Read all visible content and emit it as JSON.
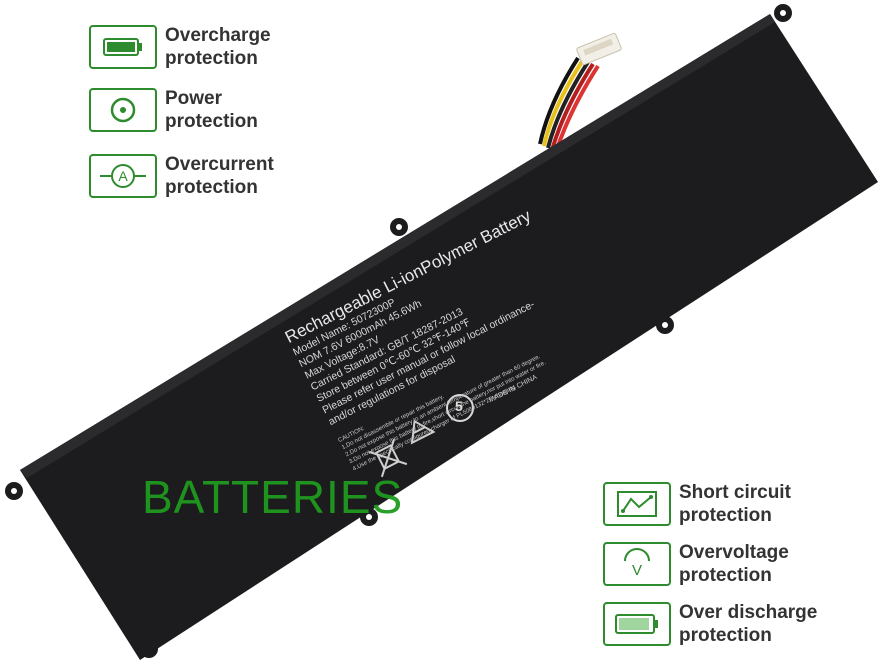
{
  "features_left": [
    {
      "name": "overcharge",
      "line1": "Overcharge",
      "line2": "protection",
      "icon": "battery-full-icon"
    },
    {
      "name": "power",
      "line1": "Power",
      "line2": "protection",
      "icon": "power-target-icon"
    },
    {
      "name": "overcurrent",
      "line1": "Overcurrent",
      "line2": "protection",
      "icon": "ammeter-icon"
    }
  ],
  "features_right": [
    {
      "name": "short-circuit",
      "line1": "Short circuit",
      "line2": "protection",
      "icon": "circuit-board-icon"
    },
    {
      "name": "overvoltage",
      "line1": "Overvoltage",
      "line2": "protection",
      "icon": "voltmeter-icon"
    },
    {
      "name": "over-discharge",
      "line1": "Over discharge",
      "line2": "protection",
      "icon": "battery-low-icon"
    }
  ],
  "battery_label": {
    "title": "Rechargeable Li-ionPolymer Battery",
    "lines": [
      "Model Name: 5072300P",
      "NOM 7.6V 6000mAh 45.6Wh",
      "Max Voltage:8.7V",
      "Carried Standard: GB/T 18287-2013",
      "Store between 0℃-60℃ 32℉-140℉",
      "Please refer user manual or follow local ordinance-",
      "and/or regulations for disposal"
    ],
    "caution": [
      "CAUTION:",
      "1.Do not disassemble or repair this battery.",
      "2.Do not expose this battery to an ambient temperature of greater than 60 degree.",
      "3.Do not expose this battery to fire,short circuit the battery,nor put into water or fire.",
      "4.Use the specifically configured charger of PL5080132*2P charging."
    ],
    "made_in": "MADE IN CHINA",
    "recycle_number": "5"
  },
  "watermark": "BATTERIES",
  "colors": {
    "green": "#2e8b2e",
    "battery_body": "#1c1c1e",
    "watermark": "#1f9a1f"
  }
}
